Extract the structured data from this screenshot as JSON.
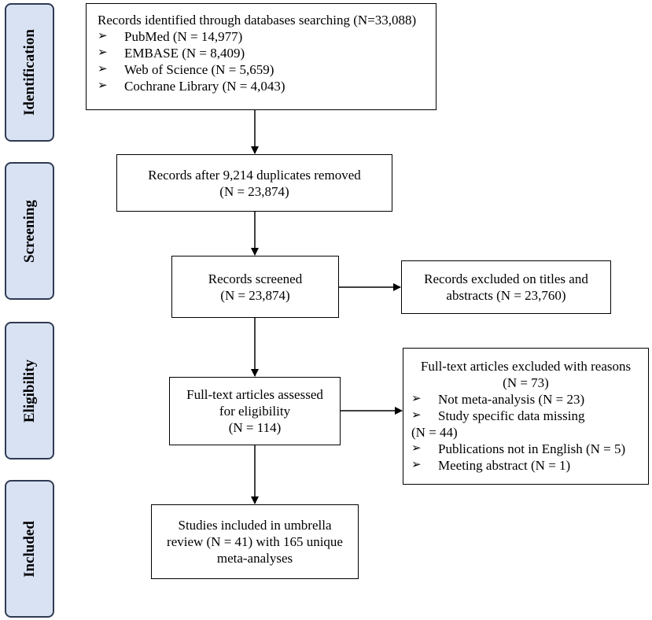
{
  "stages": {
    "identification": "Identification",
    "screening": "Screening",
    "eligibility": "Eligibility",
    "included": "Included"
  },
  "identified": {
    "title": "Records identified through databases searching (N=33,088)",
    "sources": [
      "PubMed (N = 14,977)",
      "EMBASE (N = 8,409)",
      "Web of Science (N = 5,659)",
      "Cochrane Library (N = 4,043)"
    ]
  },
  "duplicates_removed": {
    "line1": "Records after 9,214 duplicates removed",
    "line2": "(N = 23,874)"
  },
  "screened": {
    "line1": "Records screened",
    "line2": "(N = 23,874)"
  },
  "excluded_titles": {
    "line1": "Records excluded on titles and",
    "line2": "abstracts (N = 23,760)"
  },
  "assessed": {
    "line1": "Full-text articles assessed",
    "line2": "for eligibility",
    "line3": "(N = 114)"
  },
  "excluded_fulltext": {
    "title_line1": "Full-text articles excluded with reasons",
    "title_line2": "(N = 73)",
    "reason1": "Not meta-analysis (N = 23)",
    "reason2a": "Study specific data missing",
    "reason2b": "(N = 44)",
    "reason3": "Publications not in English (N = 5)",
    "reason4": "Meeting abstract (N = 1)"
  },
  "included": {
    "line1": "Studies included in umbrella",
    "line2": "review (N = 41) with 165 unique",
    "line3": "meta-analyses"
  },
  "bullet_icon": "arrowhead-bullet"
}
